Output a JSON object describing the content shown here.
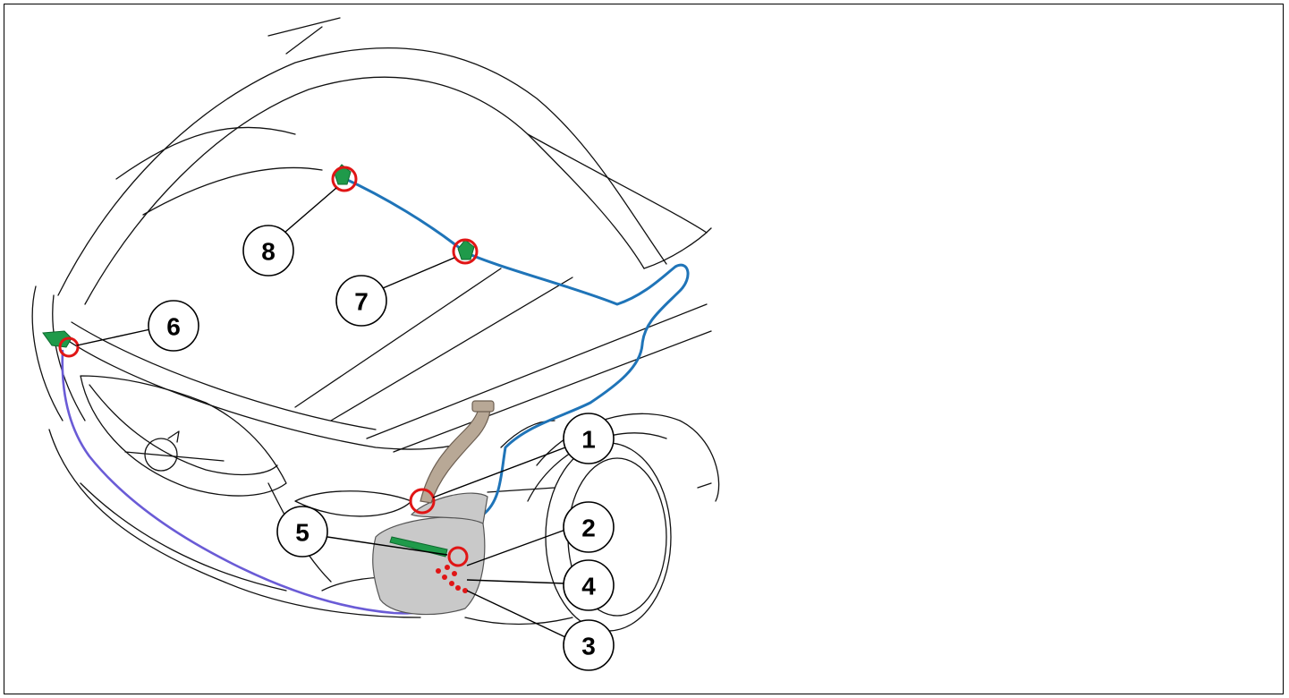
{
  "diagram": {
    "callouts": [
      {
        "id": "c1",
        "label": "1"
      },
      {
        "id": "c2",
        "label": "2"
      },
      {
        "id": "c3",
        "label": "3"
      },
      {
        "id": "c4",
        "label": "4"
      },
      {
        "id": "c5",
        "label": "5"
      },
      {
        "id": "c6",
        "label": "6"
      },
      {
        "id": "c7",
        "label": "7"
      },
      {
        "id": "c8",
        "label": "8"
      }
    ],
    "colors": {
      "hose_blue": "#1f74b8",
      "hose_purple": "#6a5bd6",
      "nozzle_green": "#1f9a4a",
      "highlight_red": "#e01515",
      "tank_gray": "#c9c9c9"
    }
  }
}
